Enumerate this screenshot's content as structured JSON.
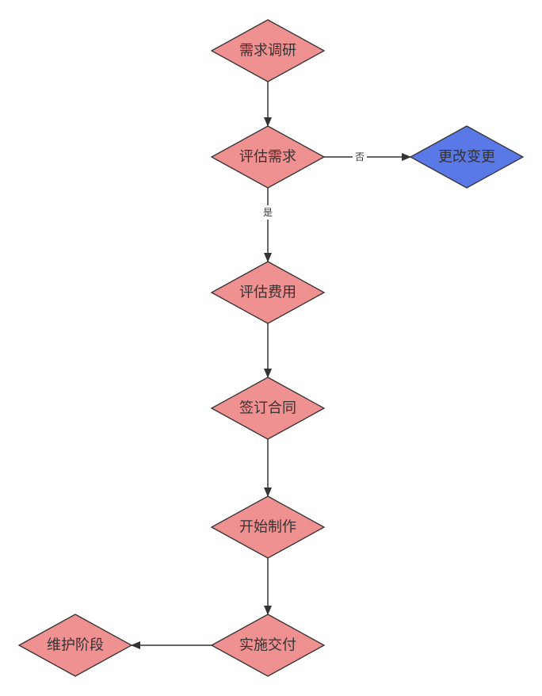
{
  "colors": {
    "node_default": "#f09191",
    "node_highlight": "#5a78e6",
    "stroke": "#333333",
    "label_bg": "#ffffff"
  },
  "nodes": [
    {
      "id": "n1",
      "label": "需求调研",
      "style": "default"
    },
    {
      "id": "n2",
      "label": "评估需求",
      "style": "default"
    },
    {
      "id": "n3",
      "label": "更改变更",
      "style": "highlight"
    },
    {
      "id": "n4",
      "label": "评估费用",
      "style": "default"
    },
    {
      "id": "n5",
      "label": "签订合同",
      "style": "default"
    },
    {
      "id": "n6",
      "label": "开始制作",
      "style": "default"
    },
    {
      "id": "n7",
      "label": "实施交付",
      "style": "default"
    },
    {
      "id": "n8",
      "label": "维护阶段",
      "style": "default"
    }
  ],
  "edges": [
    {
      "from": "n1",
      "to": "n2",
      "label": ""
    },
    {
      "from": "n2",
      "to": "n3",
      "label": "否"
    },
    {
      "from": "n2",
      "to": "n4",
      "label": "是"
    },
    {
      "from": "n4",
      "to": "n5",
      "label": ""
    },
    {
      "from": "n5",
      "to": "n6",
      "label": ""
    },
    {
      "from": "n6",
      "to": "n7",
      "label": ""
    },
    {
      "from": "n7",
      "to": "n8",
      "label": ""
    }
  ]
}
